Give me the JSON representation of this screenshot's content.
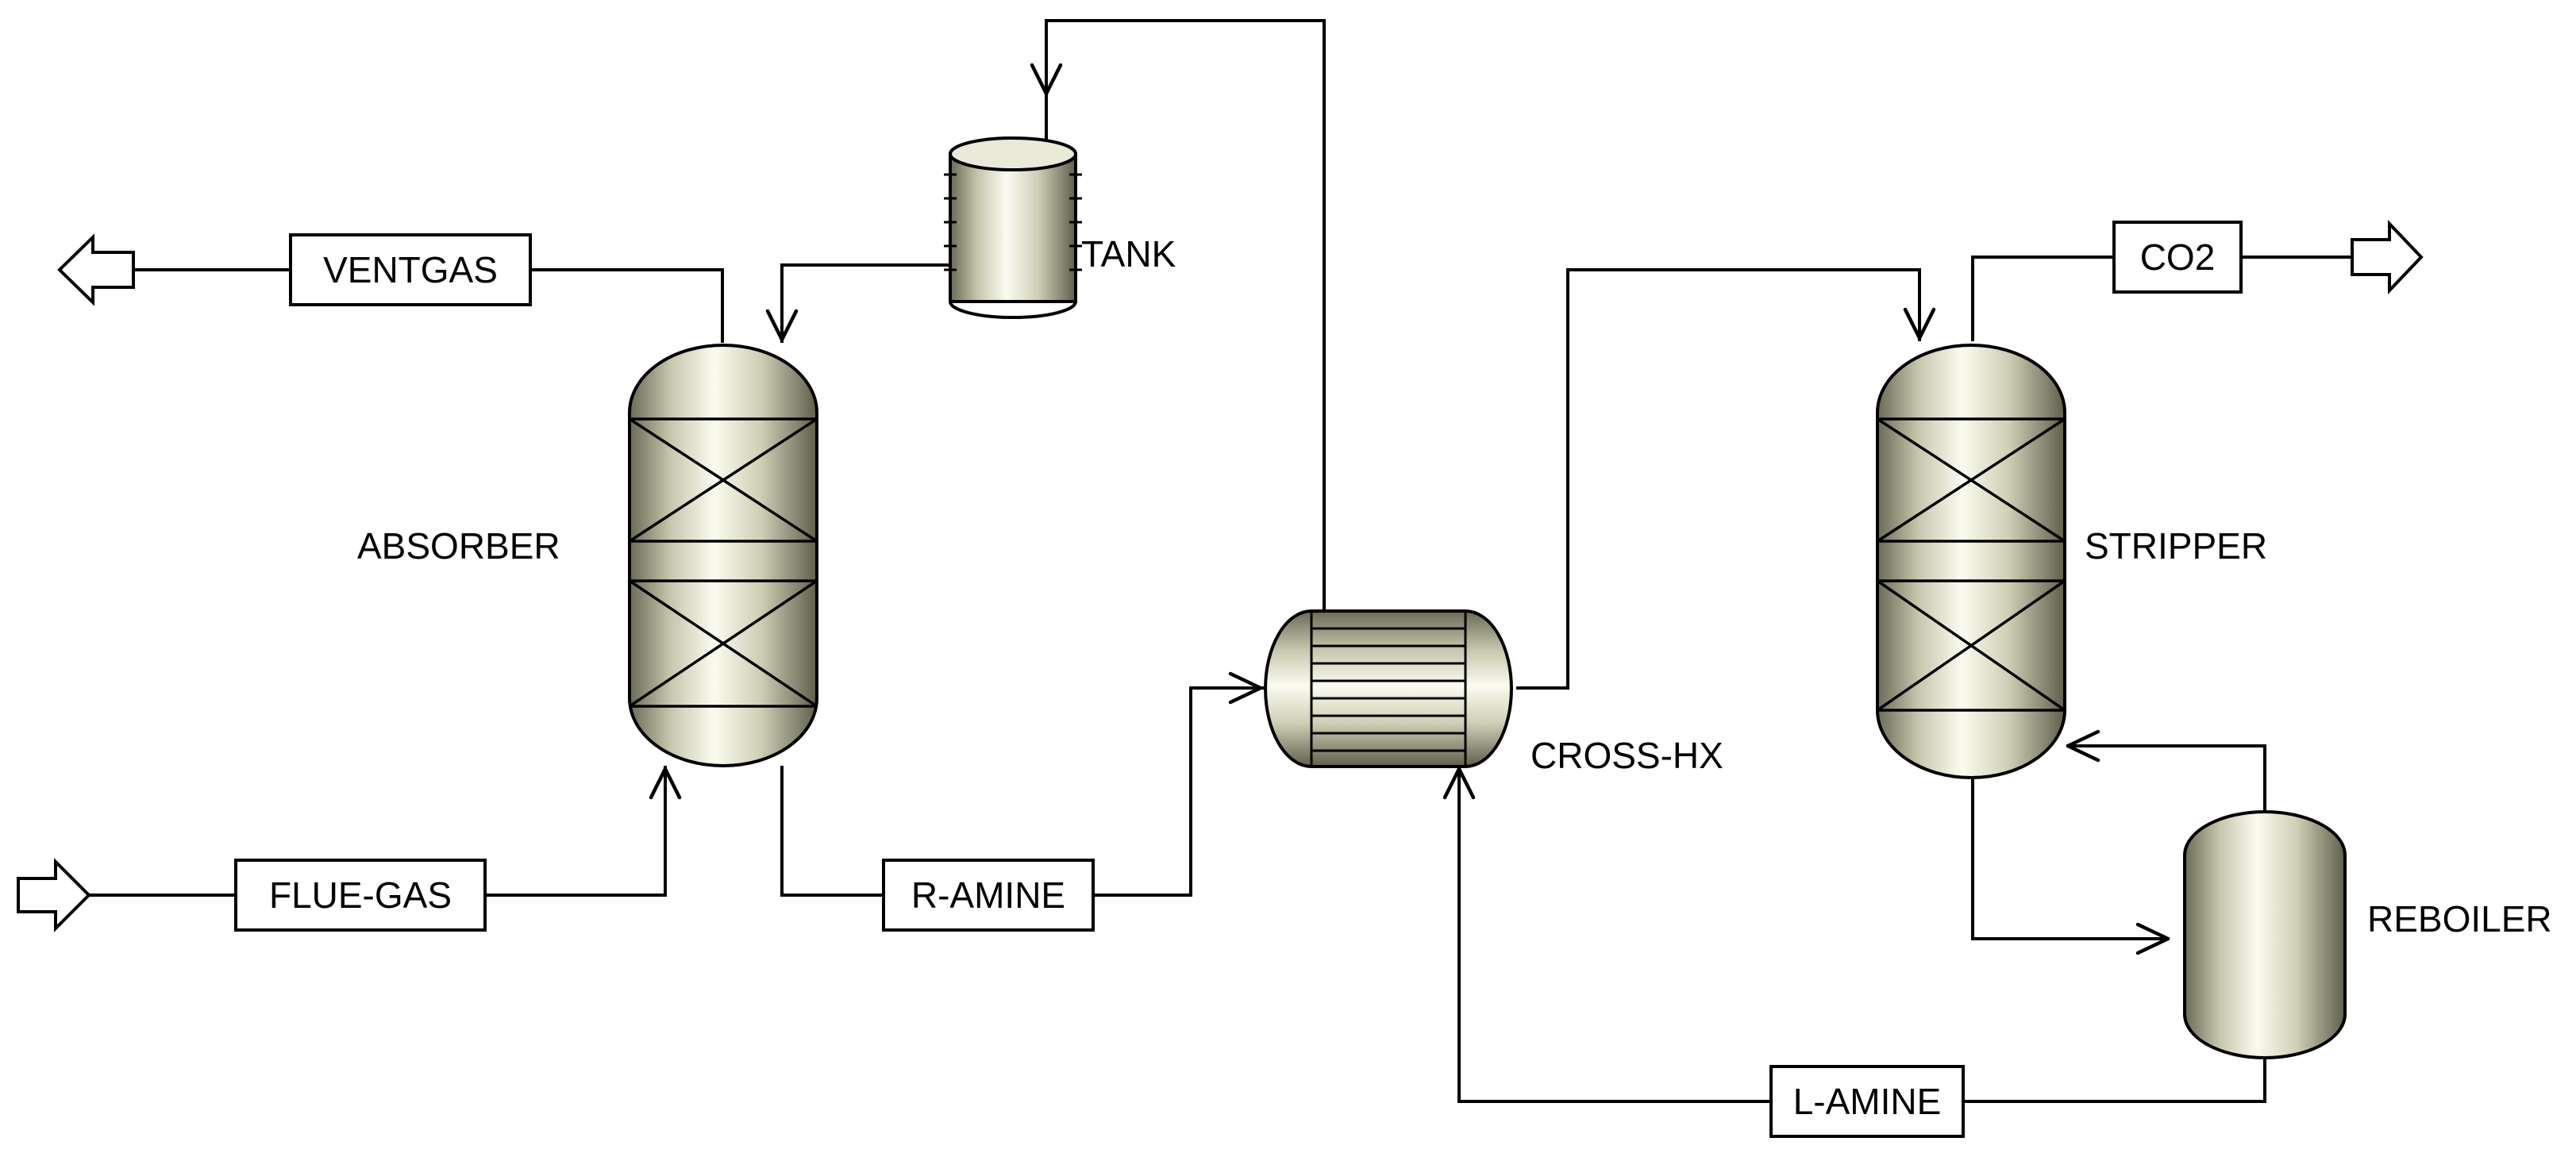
{
  "units": {
    "tank": "TANK",
    "absorber": "ABSORBER",
    "cross_hx": "CROSS-HX",
    "stripper": "STRIPPER",
    "reboiler": "REBOILER"
  },
  "streams": {
    "ventgas": "VENTGAS",
    "flue_gas": "FLUE-GAS",
    "r_amine": "R-AMINE",
    "co2": "CO2",
    "l_amine": "L-AMINE"
  },
  "colors": {
    "equipment_fill": "#d8d8c0",
    "equipment_highlight": "#fbfbf0",
    "equipment_shadow": "#5e5e4c",
    "line": "#000000",
    "background": "#ffffff"
  }
}
